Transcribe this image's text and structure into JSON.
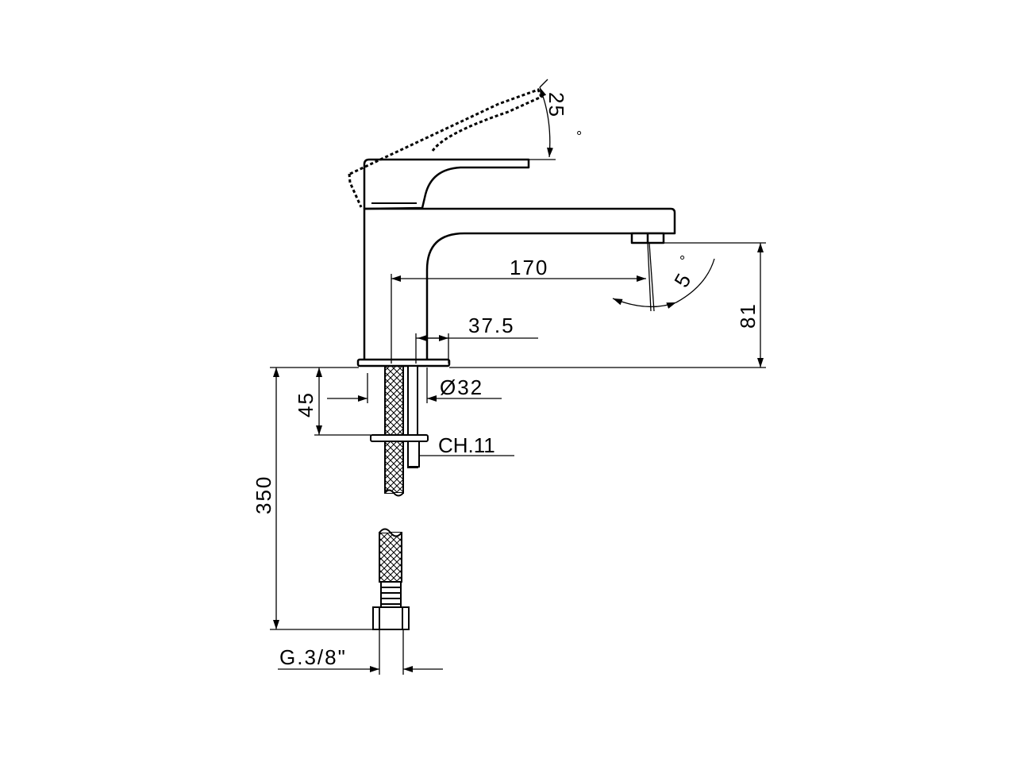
{
  "dimensions": {
    "angle_lever": "25",
    "degree_symbol": "°",
    "angle_spout": "5",
    "spout_reach": "170",
    "offset": "37.5",
    "spout_height": "81",
    "hole_diameter": "Ø32",
    "max_deck_thickness": "45",
    "wrench_size": "CH.11",
    "hose_length": "350",
    "connection_thread": "G.3/8\""
  }
}
